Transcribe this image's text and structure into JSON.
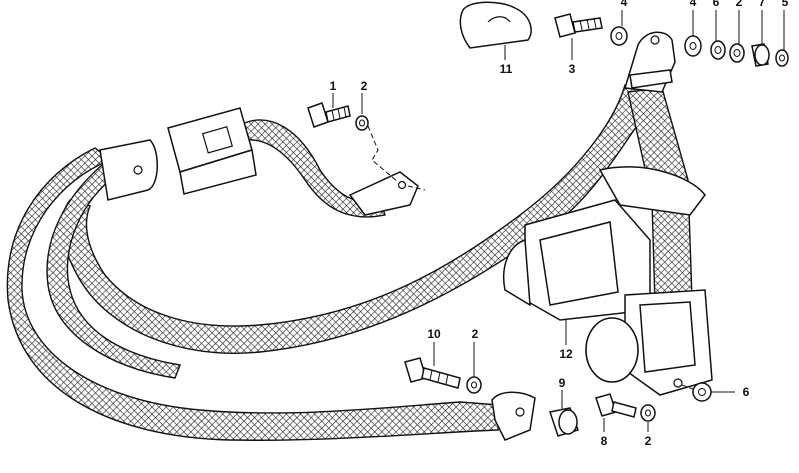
{
  "diagram": {
    "callouts": [
      {
        "id": "c1",
        "text": "1"
      },
      {
        "id": "c2a",
        "text": "2"
      },
      {
        "id": "c11",
        "text": "11"
      },
      {
        "id": "c3",
        "text": "3"
      },
      {
        "id": "c4a",
        "text": "4"
      },
      {
        "id": "c4b",
        "text": "4"
      },
      {
        "id": "c6a",
        "text": "6"
      },
      {
        "id": "c2b",
        "text": "2"
      },
      {
        "id": "c7",
        "text": "7"
      },
      {
        "id": "c5",
        "text": "5"
      },
      {
        "id": "c12",
        "text": "12"
      },
      {
        "id": "c10",
        "text": "10"
      },
      {
        "id": "c2c",
        "text": "2"
      },
      {
        "id": "c9",
        "text": "9"
      },
      {
        "id": "c8",
        "text": "8"
      },
      {
        "id": "c2d",
        "text": "2"
      },
      {
        "id": "c6b",
        "text": "6"
      }
    ]
  }
}
